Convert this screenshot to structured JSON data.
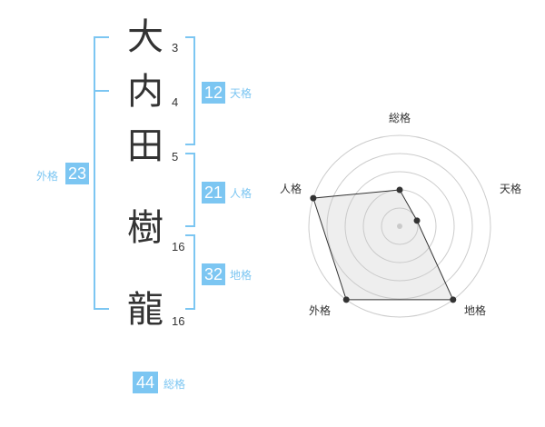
{
  "name": {
    "chars": [
      "大",
      "内",
      "田",
      "樹",
      "龍"
    ],
    "strokes": [
      "3",
      "4",
      "5",
      "16",
      "16"
    ]
  },
  "kakusu": {
    "tenkaku": {
      "value": "12",
      "label": "天格"
    },
    "jinkaku": {
      "value": "21",
      "label": "人格"
    },
    "chikaku": {
      "value": "32",
      "label": "地格"
    },
    "gaikaku": {
      "value": "23",
      "label": "外格"
    },
    "soukaku": {
      "value": "44",
      "label": "総格"
    }
  },
  "radar": {
    "axes": [
      "総格",
      "天格",
      "地格",
      "外格",
      "人格"
    ],
    "levels": 5,
    "scores": [
      2,
      1,
      5,
      5,
      5
    ]
  },
  "colors": {
    "accent": "#7cc6f2",
    "text": "#333333"
  }
}
